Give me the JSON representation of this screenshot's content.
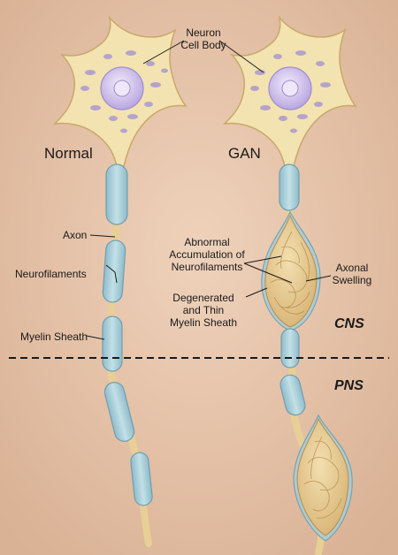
{
  "labels": {
    "cell_body_line1": "Neuron",
    "cell_body_line2": "Cell Body",
    "normal": "Normal",
    "gan": "GAN",
    "axon": "Axon",
    "neurofilaments": "Neurofilaments",
    "myelin_sheath": "Myelin Sheath",
    "abnormal_line1": "Abnormal",
    "abnormal_line2": "Accumulation of",
    "abnormal_line3": "Neurofilaments",
    "swelling_line1": "Axonal",
    "swelling_line2": "Swelling",
    "degenerated_line1": "Degenerated",
    "degenerated_line2": "and Thin",
    "degenerated_line3": "Myelin Sheath",
    "cns": "CNS",
    "pns": "PNS"
  },
  "colors": {
    "background": "#e5c3a8",
    "cell_body": "#f3e3b0",
    "cell_outline": "#c9a86a",
    "nucleus": "#d6c8ee",
    "nissl": "#a894d2",
    "myelin": "#a9cdd6",
    "myelin_outline": "#6f9fb0",
    "axon": "#e9d29c",
    "swelling": "#e6c98f"
  }
}
